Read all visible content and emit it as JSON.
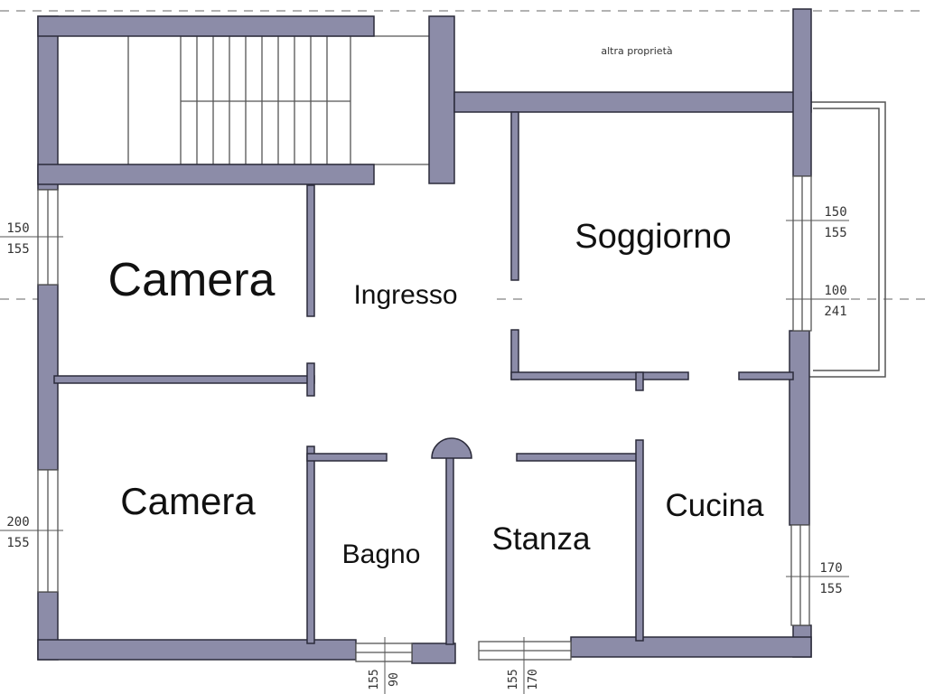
{
  "plan": {
    "colors": {
      "wall": "#8c8ca8",
      "wall_stroke": "#2b2b3a",
      "line": "#555555",
      "background": "#ffffff"
    },
    "note_top": "altra proprietà",
    "rooms": {
      "camera_top": "Camera",
      "camera_bottom": "Camera",
      "ingresso": "Ingresso",
      "soggiorno": "Soggiorno",
      "bagno": "Bagno",
      "stanza": "Stanza",
      "cucina": "Cucina"
    },
    "dimensions": {
      "left_top": {
        "a": "150",
        "b": "155"
      },
      "left_bottom": {
        "a": "200",
        "b": "155"
      },
      "right_top": {
        "a": "150",
        "b": "155"
      },
      "right_mid": {
        "a": "100",
        "b": "241"
      },
      "right_bottom": {
        "a": "170",
        "b": "155"
      },
      "bottom_left": {
        "a": "155",
        "b": "90"
      },
      "bottom_right": {
        "a": "155",
        "b": "170"
      }
    }
  }
}
